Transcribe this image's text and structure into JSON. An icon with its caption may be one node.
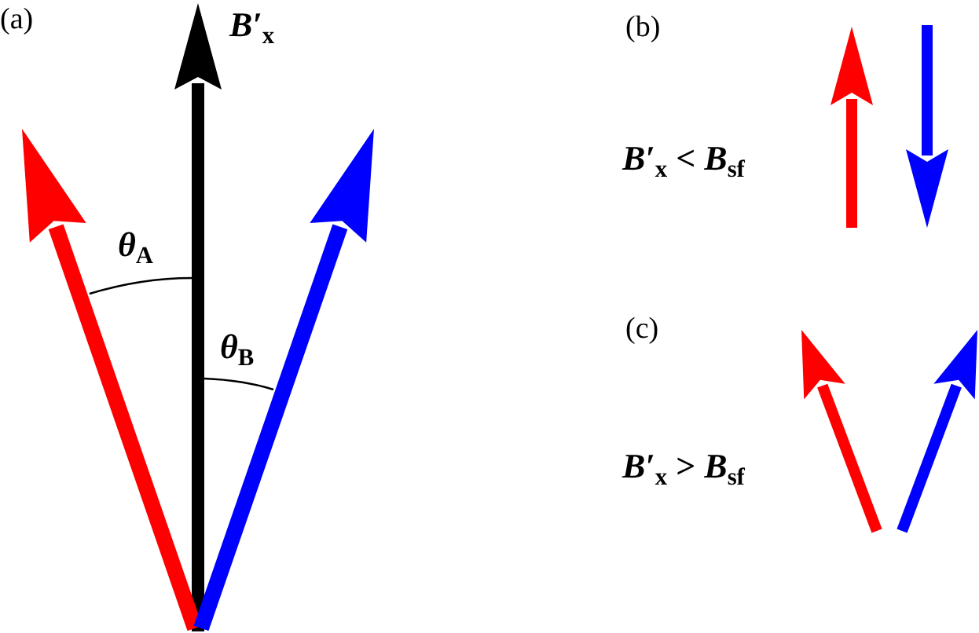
{
  "diagram": {
    "labels": [
      "(a)",
      "*B′*$_{x}$",
      "*θ*$_{A}$",
      "*θ*$_{B}$",
      "(b)",
      "*B′*$_{x}$ < *B*$_{sf}$",
      "(c)",
      "*B′*$_{x}$ > *B*$_{sf}$"
    ]
  }
}
